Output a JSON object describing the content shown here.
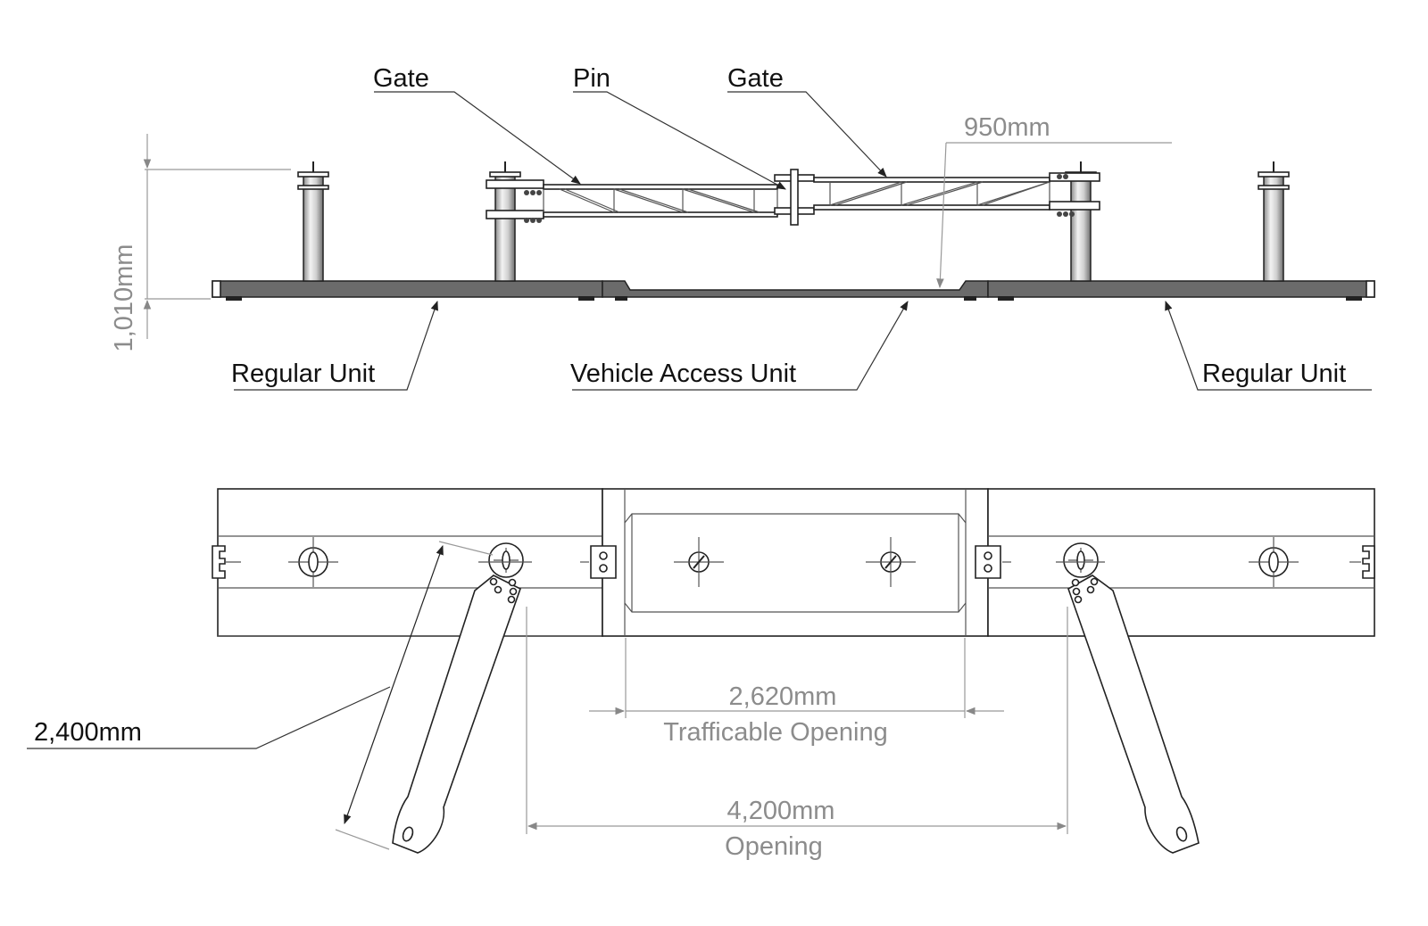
{
  "side_view": {
    "labels": {
      "gate_left": "Gate",
      "pin": "Pin",
      "gate_right": "Gate",
      "regular_unit_left": "Regular Unit",
      "vehicle_access_unit": "Vehicle Access Unit",
      "regular_unit_right": "Regular Unit"
    },
    "dimensions": {
      "height": "1,010mm",
      "clearance": "950mm"
    }
  },
  "plan_view": {
    "dimensions": {
      "gate_length": "2,400mm",
      "trafficable_value": "2,620mm",
      "trafficable_caption": "Trafficable Opening",
      "opening_value": "4,200mm",
      "opening_caption": "Opening"
    }
  },
  "colors": {
    "line": "#222222",
    "dimension_text": "#8c8c8c",
    "base_fill": "#6b6b6b"
  }
}
